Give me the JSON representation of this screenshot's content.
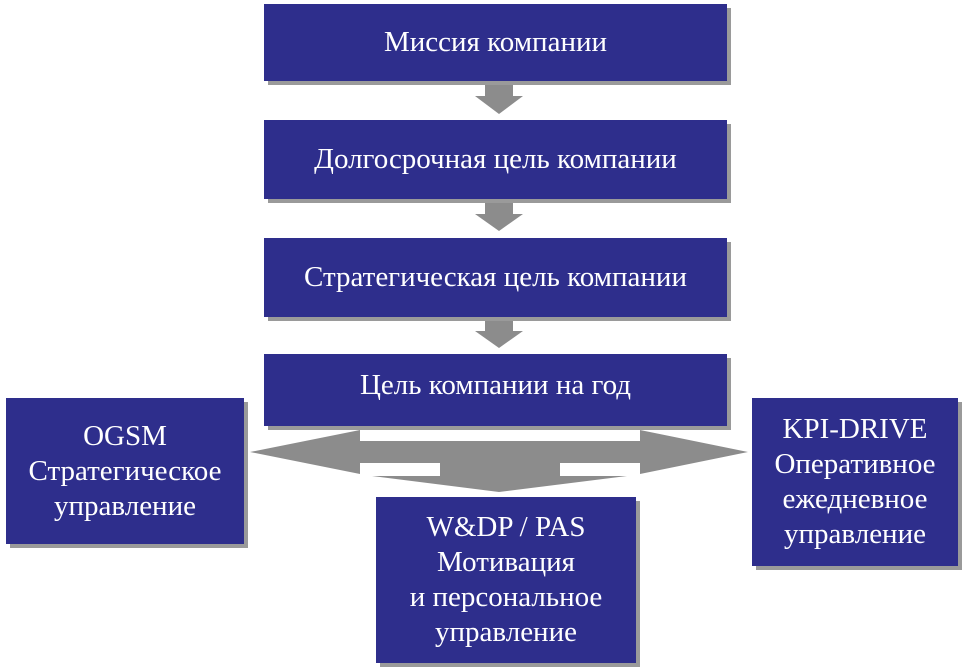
{
  "colors": {
    "box_fill": "#2e2e8c",
    "box_text": "#ffffff",
    "arrow": "#8c8c8c",
    "shadow": "#9a9a9a"
  },
  "hierarchy": [
    {
      "label": "Миссия компании"
    },
    {
      "label": "Долгосрочная цель компании"
    },
    {
      "label": "Стратегическая цель компании"
    },
    {
      "label": "Цель компании на год"
    }
  ],
  "branches": {
    "left": {
      "lines": [
        "OGSM",
        "Стратегическое",
        "управление"
      ]
    },
    "center": {
      "lines": [
        "W&DP / PAS",
        "Мотивация",
        "и персональное",
        "управление"
      ]
    },
    "right": {
      "lines": [
        "KPI-DRIVE",
        "Оперативное",
        "ежедневное",
        "управление"
      ]
    }
  }
}
